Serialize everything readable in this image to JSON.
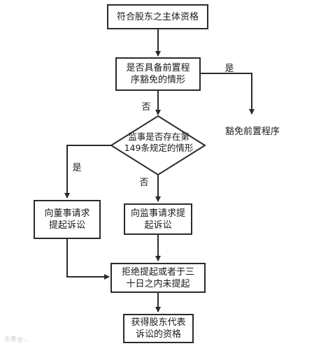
{
  "nodes": {
    "shareholder_qualification": "符合股东之主体资格",
    "preconditions_exemption": "是否具备前置程\n序豁免的情形",
    "exempt_procedure": "豁免前置程序",
    "supervisor_decision": "监事是否存在第\n149条规定的情形",
    "request_board": "向董事请求\n提起诉讼",
    "request_supervisor": "向监事请求提\n起诉讼",
    "refusal_or_no_action": "拒绝提起或者于三\n十日之内未提起",
    "derivative_qualification": "获得股东代表\n诉讼的资格"
  },
  "edges": {
    "yes_1": "是",
    "no_1": "否",
    "yes_2": "是",
    "no_2": "否"
  },
  "watermark": "头条@..."
}
